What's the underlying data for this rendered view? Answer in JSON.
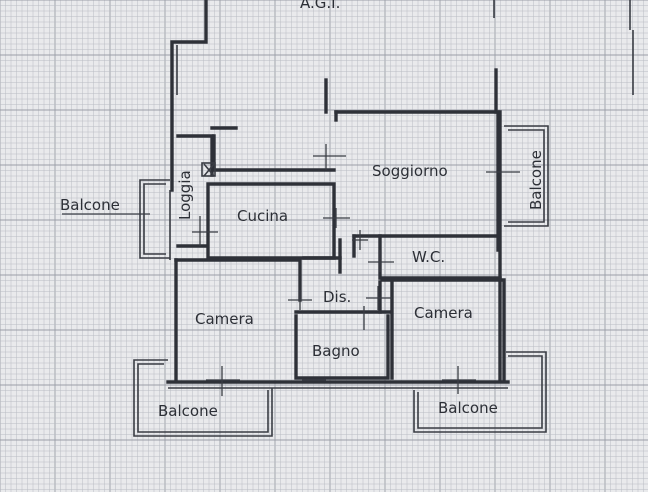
{
  "header_text": "A.G.I.",
  "rooms": {
    "soggiorno": "Soggiorno",
    "cucina": "Cucina",
    "loggia": "Loggia",
    "wc": "W.C.",
    "disimpegno": "Dis.",
    "camera_left": "Camera",
    "camera_right": "Camera",
    "bagno": "Bagno"
  },
  "balconies": {
    "left": "Balcone",
    "right": "Balcone",
    "bottom_left": "Balcone",
    "bottom_right": "Balcone"
  }
}
